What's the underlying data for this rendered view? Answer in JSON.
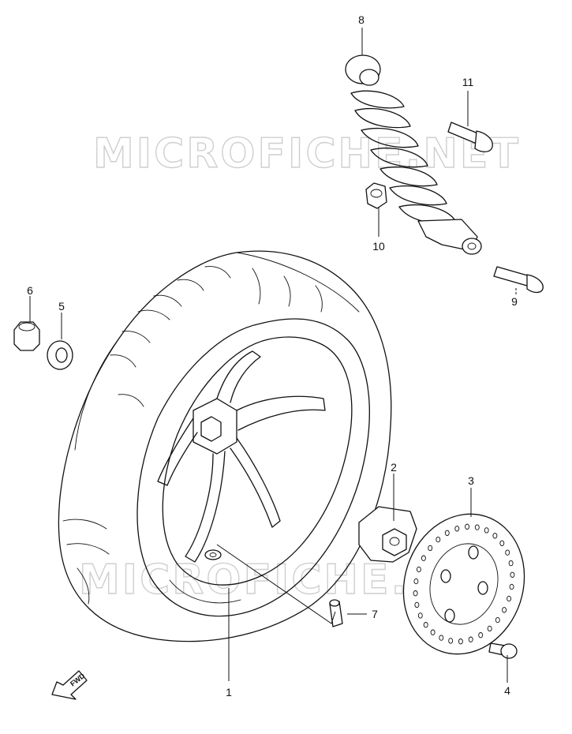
{
  "watermark": "MICROFICHE.NET",
  "fwd_label": "FWD",
  "callouts": [
    "1",
    "2",
    "3",
    "4",
    "5",
    "6",
    "7",
    "8",
    "9",
    "10",
    "11"
  ],
  "colors": {
    "line": "#111111",
    "watermark": "#cfcfcf",
    "background": "#ffffff"
  }
}
